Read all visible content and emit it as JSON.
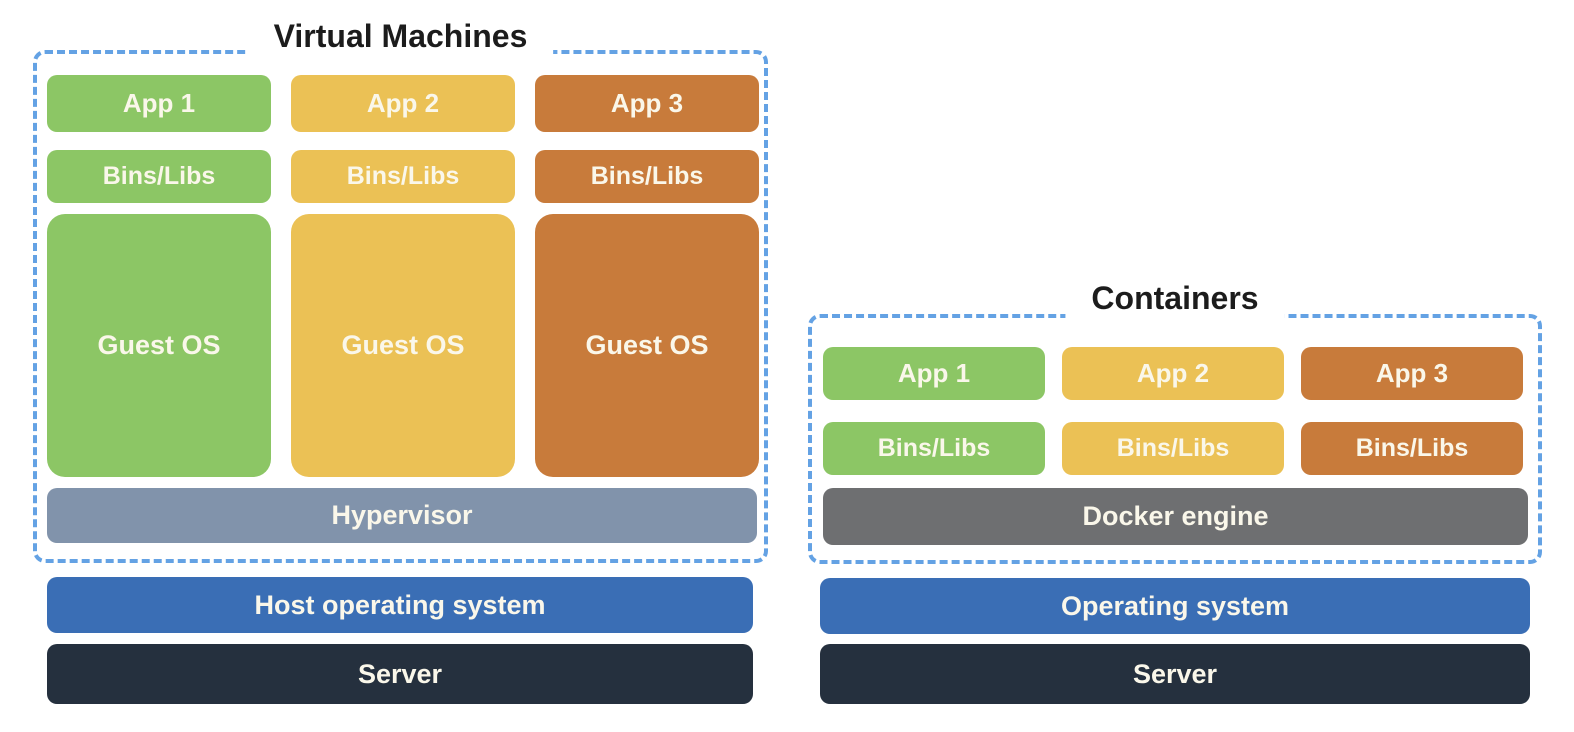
{
  "colors": {
    "green": "#8CC665",
    "yellow": "#EBC155",
    "orange": "#C87B3B",
    "slate": "#8193AB",
    "gray": "#6E6F71",
    "blue": "#3A6EB5",
    "dark": "#25303E",
    "dashed_border": "#64A2E4",
    "label_text": "#FAF7EA",
    "title_text": "#1C1C1C"
  },
  "vm_diagram": {
    "title": "Virtual Machines",
    "columns": [
      {
        "app": "App 1",
        "bins": "Bins/Libs",
        "os": "Guest OS",
        "color": "green"
      },
      {
        "app": "App 2",
        "bins": "Bins/Libs",
        "os": "Guest OS",
        "color": "yellow"
      },
      {
        "app": "App 3",
        "bins": "Bins/Libs",
        "os": "Guest OS",
        "color": "orange"
      }
    ],
    "hypervisor": "Hypervisor",
    "host_os": "Host operating system",
    "server": "Server"
  },
  "container_diagram": {
    "title": "Containers",
    "columns": [
      {
        "app": "App 1",
        "bins": "Bins/Libs",
        "color": "green"
      },
      {
        "app": "App 2",
        "bins": "Bins/Libs",
        "color": "yellow"
      },
      {
        "app": "App 3",
        "bins": "Bins/Libs",
        "color": "orange"
      }
    ],
    "engine": "Docker engine",
    "os": "Operating system",
    "server": "Server"
  }
}
